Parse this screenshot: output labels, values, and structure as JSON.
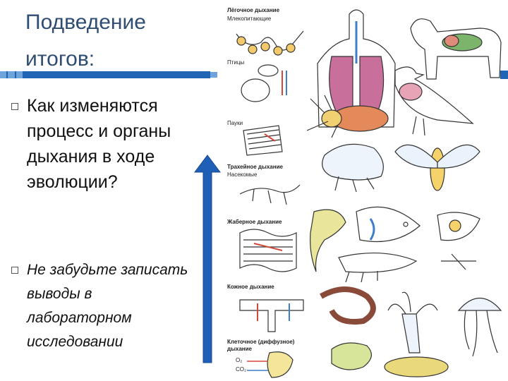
{
  "slide": {
    "title_line1": "Подведение",
    "title_line2": "итогов:",
    "question": "Как изменяются процесс и органы дыхания в ходе эволюции?",
    "note": "Не забудьте записать выводы в лабораторном исследовании"
  },
  "figure": {
    "labels": {
      "lung": "Лёгочное дыхание",
      "mammals": "Млекопитающие",
      "birds": "Птицы",
      "spiders": "Пауки",
      "tracheal": "Трахейное дыхание",
      "insects": "Насекомые",
      "gill": "Жаберное дыхание",
      "skin": "Кожное дыхание",
      "cellular_1": "Клеточное (диффузное)",
      "cellular_2": "дыхание",
      "o2": "O₂",
      "co2": "CO₂"
    }
  },
  "colors": {
    "title": "#2f4d73",
    "rule": "#1f65b3",
    "rule_light": "#6fa3db",
    "arrow": "#1f5fb8"
  }
}
